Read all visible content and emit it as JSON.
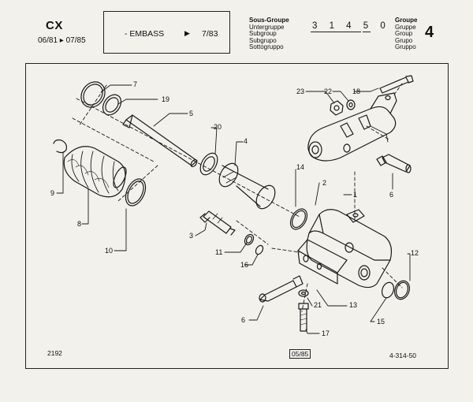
{
  "header": {
    "model": "CX",
    "dates": "06/81 ▸ 07/85",
    "title_main": "- EMBASS",
    "title_arrow": "▶",
    "title_date": "7/83",
    "subgroup_labels": [
      "Sous-Groupe",
      "Untergruppe",
      "Subgroup",
      "Subgrupo",
      "Sottogruppo"
    ],
    "subgroup_number": "3 1 4 5 0",
    "group_labels": [
      "Groupe",
      "Gruppe",
      "Group",
      "Grupo",
      "Gruppo"
    ],
    "group_number": "4"
  },
  "parts": [
    {
      "id": "p7",
      "label": "7"
    },
    {
      "id": "p19",
      "label": "19"
    },
    {
      "id": "p5",
      "label": "5"
    },
    {
      "id": "p20",
      "label": "20"
    },
    {
      "id": "p4",
      "label": "4"
    },
    {
      "id": "p23",
      "label": "23"
    },
    {
      "id": "p22",
      "label": "22"
    },
    {
      "id": "p18",
      "label": "18"
    },
    {
      "id": "p14",
      "label": "14"
    },
    {
      "id": "p2",
      "label": "2"
    },
    {
      "id": "p1",
      "label": "1"
    },
    {
      "id": "p6a",
      "label": "6"
    },
    {
      "id": "p9",
      "label": "9"
    },
    {
      "id": "p8",
      "label": "8"
    },
    {
      "id": "p10",
      "label": "10"
    },
    {
      "id": "p3",
      "label": "3"
    },
    {
      "id": "p11",
      "label": "11"
    },
    {
      "id": "p16",
      "label": "16"
    },
    {
      "id": "p12",
      "label": "12"
    },
    {
      "id": "p21",
      "label": "21"
    },
    {
      "id": "p13",
      "label": "13"
    },
    {
      "id": "p15",
      "label": "15"
    },
    {
      "id": "p6b",
      "label": "6"
    },
    {
      "id": "p17",
      "label": "17"
    }
  ],
  "footer": {
    "plate_id": "2192",
    "date": "05/85",
    "reference": "4-314-50"
  }
}
